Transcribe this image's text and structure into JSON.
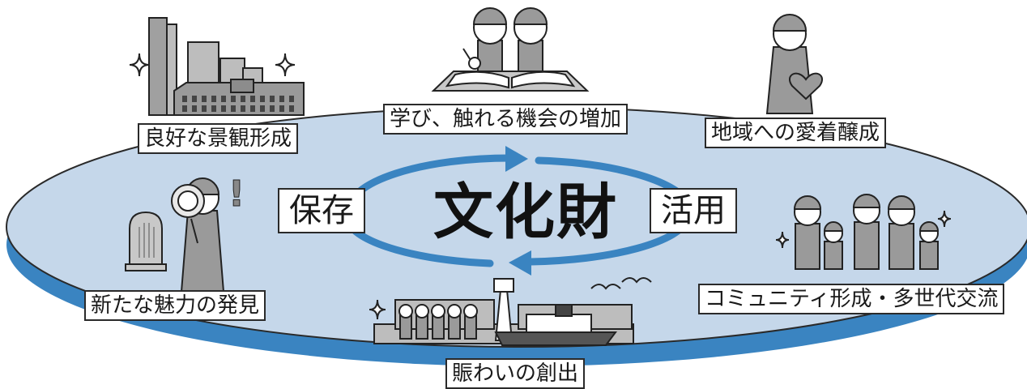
{
  "center": "文化財",
  "left_cycle_label": "保存",
  "right_cycle_label": "活用",
  "labels": {
    "landscape": "良好な景観形成",
    "learning": "学び、触れる機会の増加",
    "attachment": "地域への愛着醸成",
    "discovery": "新たな魅力の発見",
    "community": "コミュニティ形成・多世代交流",
    "bustle": "賑わいの創出"
  },
  "colors": {
    "disc_fill": "#c5d7ea",
    "disc_edge": "#3a84c1",
    "arrow": "#3a84c1",
    "figure_gray": "#9a9a9a",
    "outline": "#222222"
  }
}
